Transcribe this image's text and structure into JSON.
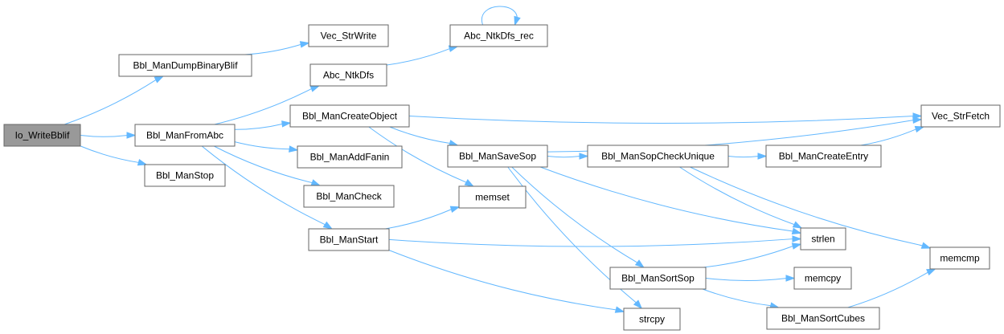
{
  "colors": {
    "edge": "#63b8ff",
    "node_border": "#666666",
    "root_fill": "#999999",
    "node_fill": "#ffffff"
  },
  "nodes": [
    {
      "id": "io_writebblif",
      "label": "Io_WriteBblif",
      "root": true
    },
    {
      "id": "bbl_mandumpbinaryblif",
      "label": "Bbl_ManDumpBinaryBlif"
    },
    {
      "id": "bbl_manfromabc",
      "label": "Bbl_ManFromAbc"
    },
    {
      "id": "bbl_manstop",
      "label": "Bbl_ManStop"
    },
    {
      "id": "vec_strwrite",
      "label": "Vec_StrWrite"
    },
    {
      "id": "abc_ntkdfs",
      "label": "Abc_NtkDfs"
    },
    {
      "id": "bbl_mancreateobject",
      "label": "Bbl_ManCreateObject"
    },
    {
      "id": "bbl_manaddfanin",
      "label": "Bbl_ManAddFanin"
    },
    {
      "id": "bbl_mancheck",
      "label": "Bbl_ManCheck"
    },
    {
      "id": "bbl_manstart",
      "label": "Bbl_ManStart"
    },
    {
      "id": "abc_ntkdfs_rec",
      "label": "Abc_NtkDfs_rec"
    },
    {
      "id": "bbl_mansavesop",
      "label": "Bbl_ManSaveSop"
    },
    {
      "id": "memset",
      "label": "memset"
    },
    {
      "id": "bbl_mansortsop",
      "label": "Bbl_ManSortSop"
    },
    {
      "id": "strcpy",
      "label": "strcpy"
    },
    {
      "id": "bbl_mansopcheckunique",
      "label": "Bbl_ManSopCheckUnique"
    },
    {
      "id": "bbl_mancreateentry",
      "label": "Bbl_ManCreateEntry"
    },
    {
      "id": "strlen",
      "label": "strlen"
    },
    {
      "id": "memcpy",
      "label": "memcpy"
    },
    {
      "id": "bbl_mansortcubes",
      "label": "Bbl_ManSortCubes"
    },
    {
      "id": "vec_strfetch",
      "label": "Vec_StrFetch"
    },
    {
      "id": "memcmp",
      "label": "memcmp"
    }
  ],
  "edges": [
    [
      "io_writebblif",
      "bbl_mandumpbinaryblif"
    ],
    [
      "io_writebblif",
      "bbl_manfromabc"
    ],
    [
      "io_writebblif",
      "bbl_manstop"
    ],
    [
      "bbl_mandumpbinaryblif",
      "vec_strwrite"
    ],
    [
      "bbl_manfromabc",
      "abc_ntkdfs"
    ],
    [
      "bbl_manfromabc",
      "bbl_mancreateobject"
    ],
    [
      "bbl_manfromabc",
      "bbl_manaddfanin"
    ],
    [
      "bbl_manfromabc",
      "bbl_mancheck"
    ],
    [
      "bbl_manfromabc",
      "bbl_manstart"
    ],
    [
      "abc_ntkdfs",
      "abc_ntkdfs_rec"
    ],
    [
      "abc_ntkdfs_rec",
      "abc_ntkdfs_rec"
    ],
    [
      "bbl_mancreateobject",
      "vec_strfetch"
    ],
    [
      "bbl_mancreateobject",
      "bbl_mansavesop"
    ],
    [
      "bbl_mancreateobject",
      "memset"
    ],
    [
      "bbl_manstart",
      "memset"
    ],
    [
      "bbl_manstart",
      "strlen"
    ],
    [
      "bbl_manstart",
      "strcpy"
    ],
    [
      "bbl_mansavesop",
      "vec_strfetch"
    ],
    [
      "bbl_mansavesop",
      "bbl_mansopcheckunique"
    ],
    [
      "bbl_mansavesop",
      "strlen"
    ],
    [
      "bbl_mansavesop",
      "bbl_mansortsop"
    ],
    [
      "bbl_mansavesop",
      "strcpy"
    ],
    [
      "bbl_mansopcheckunique",
      "bbl_mancreateentry"
    ],
    [
      "bbl_mansopcheckunique",
      "strlen"
    ],
    [
      "bbl_mansopcheckunique",
      "memcmp"
    ],
    [
      "bbl_mancreateentry",
      "vec_strfetch"
    ],
    [
      "bbl_mansortsop",
      "strlen"
    ],
    [
      "bbl_mansortsop",
      "memcpy"
    ],
    [
      "bbl_mansortsop",
      "bbl_mansortcubes"
    ],
    [
      "bbl_mansortcubes",
      "memcmp"
    ]
  ]
}
